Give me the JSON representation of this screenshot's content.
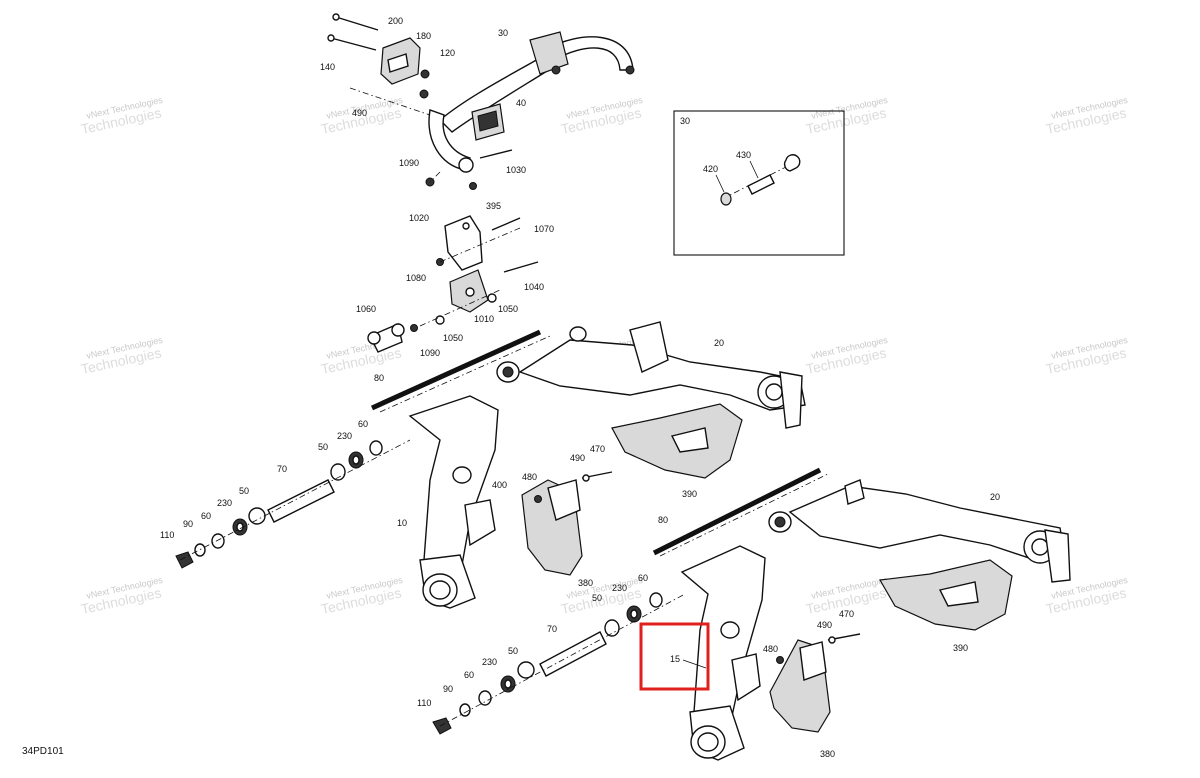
{
  "diagram_code": "34PD101",
  "watermark": {
    "line1": "vNext Technologies",
    "line2": "Technologies"
  },
  "inset": {
    "ref": "30",
    "labels": [
      "420",
      "430"
    ]
  },
  "callouts": [
    "200",
    "180",
    "120",
    "140",
    "30",
    "40",
    "490",
    "1090",
    "1030",
    "395",
    "1020",
    "1070",
    "1080",
    "1050",
    "1040",
    "1010",
    "1060",
    "1050",
    "1090",
    "20",
    "80",
    "60",
    "230",
    "50",
    "470",
    "490",
    "480",
    "400",
    "390",
    "70",
    "10",
    "110",
    "90",
    "60",
    "230",
    "50",
    "20",
    "80",
    "380",
    "230",
    "60",
    "50",
    "70",
    "470",
    "490",
    "480",
    "390",
    "50",
    "230",
    "60",
    "90",
    "110",
    "380"
  ],
  "highlight": {
    "label": "15",
    "color": "#e0201c"
  }
}
